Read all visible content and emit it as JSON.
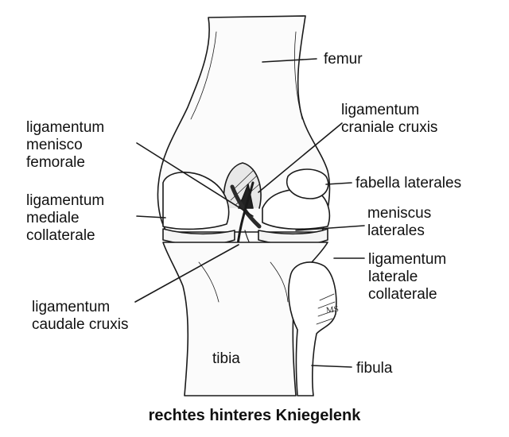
{
  "caption": "rechtes hinteres Kniegelenk",
  "signature": "MS",
  "labels": {
    "femur": [
      "femur"
    ],
    "lig_craniale": [
      "ligamentum",
      "craniale cruxis"
    ],
    "lig_menisco": [
      "ligamentum",
      "menisco",
      "femorale"
    ],
    "fabella": [
      "fabella laterales"
    ],
    "lig_mediale": [
      "ligamentum",
      "mediale",
      "collaterale"
    ],
    "meniscus": [
      "meniscus",
      "laterales"
    ],
    "lig_laterale": [
      "ligamentum",
      "laterale",
      "collaterale"
    ],
    "lig_caudale": [
      "ligamentum",
      "caudale cruxis"
    ],
    "tibia": [
      "tibia"
    ],
    "fibula": [
      "fibula"
    ]
  }
}
